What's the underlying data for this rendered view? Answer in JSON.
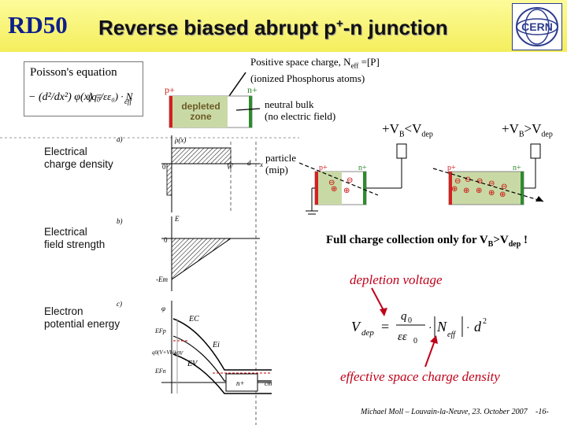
{
  "header": {
    "logo_text": "RD50",
    "title_main": "Reverse biased abrupt p",
    "title_sup": "+",
    "title_rest": "-n junction",
    "cern_logo_icon": "cern-logo-icon"
  },
  "poisson": {
    "label": "Poisson's equation",
    "lhs": "− (d²/dx²) φ(x) =",
    "rhs": "(q₀/εε₀) · N",
    "rhs_sub": "eff"
  },
  "space_charge": {
    "line1_pre": "Positive space charge, N",
    "line1_sub": "eff",
    "line1_post": " =[P]",
    "line2": "(ionized Phosphorus atoms)"
  },
  "detector": {
    "p_label": "p+",
    "n_label": "n+",
    "depleted_label": "depleted zone",
    "neutral_line1": "neutral bulk",
    "neutral_line2": "(no electric field)"
  },
  "bias": {
    "left": "+VB<Vdep",
    "right": "+VB>Vdep",
    "particle_line1": "particle",
    "particle_line2": "(mip)"
  },
  "side_labels": {
    "charge_line1": "Electrical",
    "charge_line2": "charge density",
    "field_line1": "Electrical",
    "field_line2": "field strength",
    "pot_line1": "Electron",
    "pot_line2": "potential energy"
  },
  "plot_labels": {
    "a": "a)",
    "b": "b)",
    "c": "c)",
    "rho": "ρ(x)",
    "x": "x",
    "W": "W",
    "d": "d",
    "zero": "0",
    "E": "E",
    "minus_em": "-Em",
    "ec": "EC",
    "ei": "Ei",
    "ev": "EV",
    "efp": "EFp",
    "efn": "EFn",
    "phi_top": "φ",
    "q0vbi": "q0(V+Vbi)",
    "q0v": "q0V",
    "n_plus": "n+",
    "cm": "cm"
  },
  "statements": {
    "fcc_pre": "Full charge collection only for V",
    "fcc_sub1": "B",
    "fcc_mid": ">V",
    "fcc_sub2": "dep",
    "fcc_post": " !",
    "depletion_voltage": "depletion voltage",
    "formula": "Vdep = (q0/εε0) · |Neff| · d²",
    "effective_scd": "effective space charge density"
  },
  "footer": {
    "author": "Michael Moll – Louvain-la-Neuve, 23. October 2007",
    "page": "-16-"
  },
  "colors": {
    "banner": "#f7f16a",
    "rd50": "#0d1f8c",
    "p_strip": "#d62020",
    "n_strip": "#2e8b2e",
    "depleted_fill": "#c9d9a5",
    "accent_red": "#c0001a"
  }
}
